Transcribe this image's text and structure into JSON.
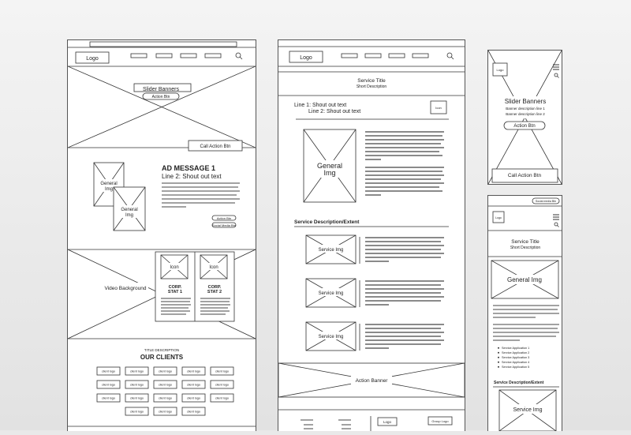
{
  "desktop": {
    "logo": "Logo",
    "slider_title": "Slider Banners",
    "action_btn": "Action Btn",
    "call_action_btn": "Call Action Btn",
    "general_img": [
      "General",
      "Img"
    ],
    "ad_message": "AD MESSAGE 1",
    "ad_line2": "Line 2: Shout out text",
    "small_btn_1": "Action Btn",
    "small_btn_2": "Social Media Btn",
    "video_bg": "Video Background",
    "icon": "Icon",
    "stat1": [
      "CORP.",
      "STAT 1"
    ],
    "stat2": [
      "CORP.",
      "STAT 2"
    ],
    "title_desc": "TITLE DESCRIPTION",
    "our_clients": "OUR CLIENTS",
    "client_logo": "client logo"
  },
  "service_page": {
    "logo": "Logo",
    "service_title": "Service Title",
    "short_desc": "Short Description",
    "line1": "Line 1: Shout out text",
    "line2": "Line 2: Shout out text",
    "icon": "Icon",
    "general_img": [
      "General",
      "Img"
    ],
    "section_title": "Service Description/Extent",
    "service_img": "Service Img",
    "action_banner": "Action Banner",
    "footer_logo": "Logo",
    "footer_group_logo": "Group Logo"
  },
  "mobile_home": {
    "logo": "Logo",
    "slider_title": "Slider Banners",
    "banner_desc_1": "Banner description line 1",
    "banner_desc_2": "Banner description line 2",
    "action_btn": "Action Btn",
    "call_action_btn": "Call Action Btn"
  },
  "mobile_service": {
    "social_btn": "Social media Btn",
    "logo": "Logo",
    "service_title": "Service Title",
    "short_desc": "Short Description",
    "general_img": "General Img",
    "bullets": [
      "Service Application 1",
      "Service Application 2",
      "Service Application 3",
      "Service Application 4",
      "Service Application 5"
    ],
    "section_title": "Service Description/Extent",
    "service_img": "Service Img"
  }
}
